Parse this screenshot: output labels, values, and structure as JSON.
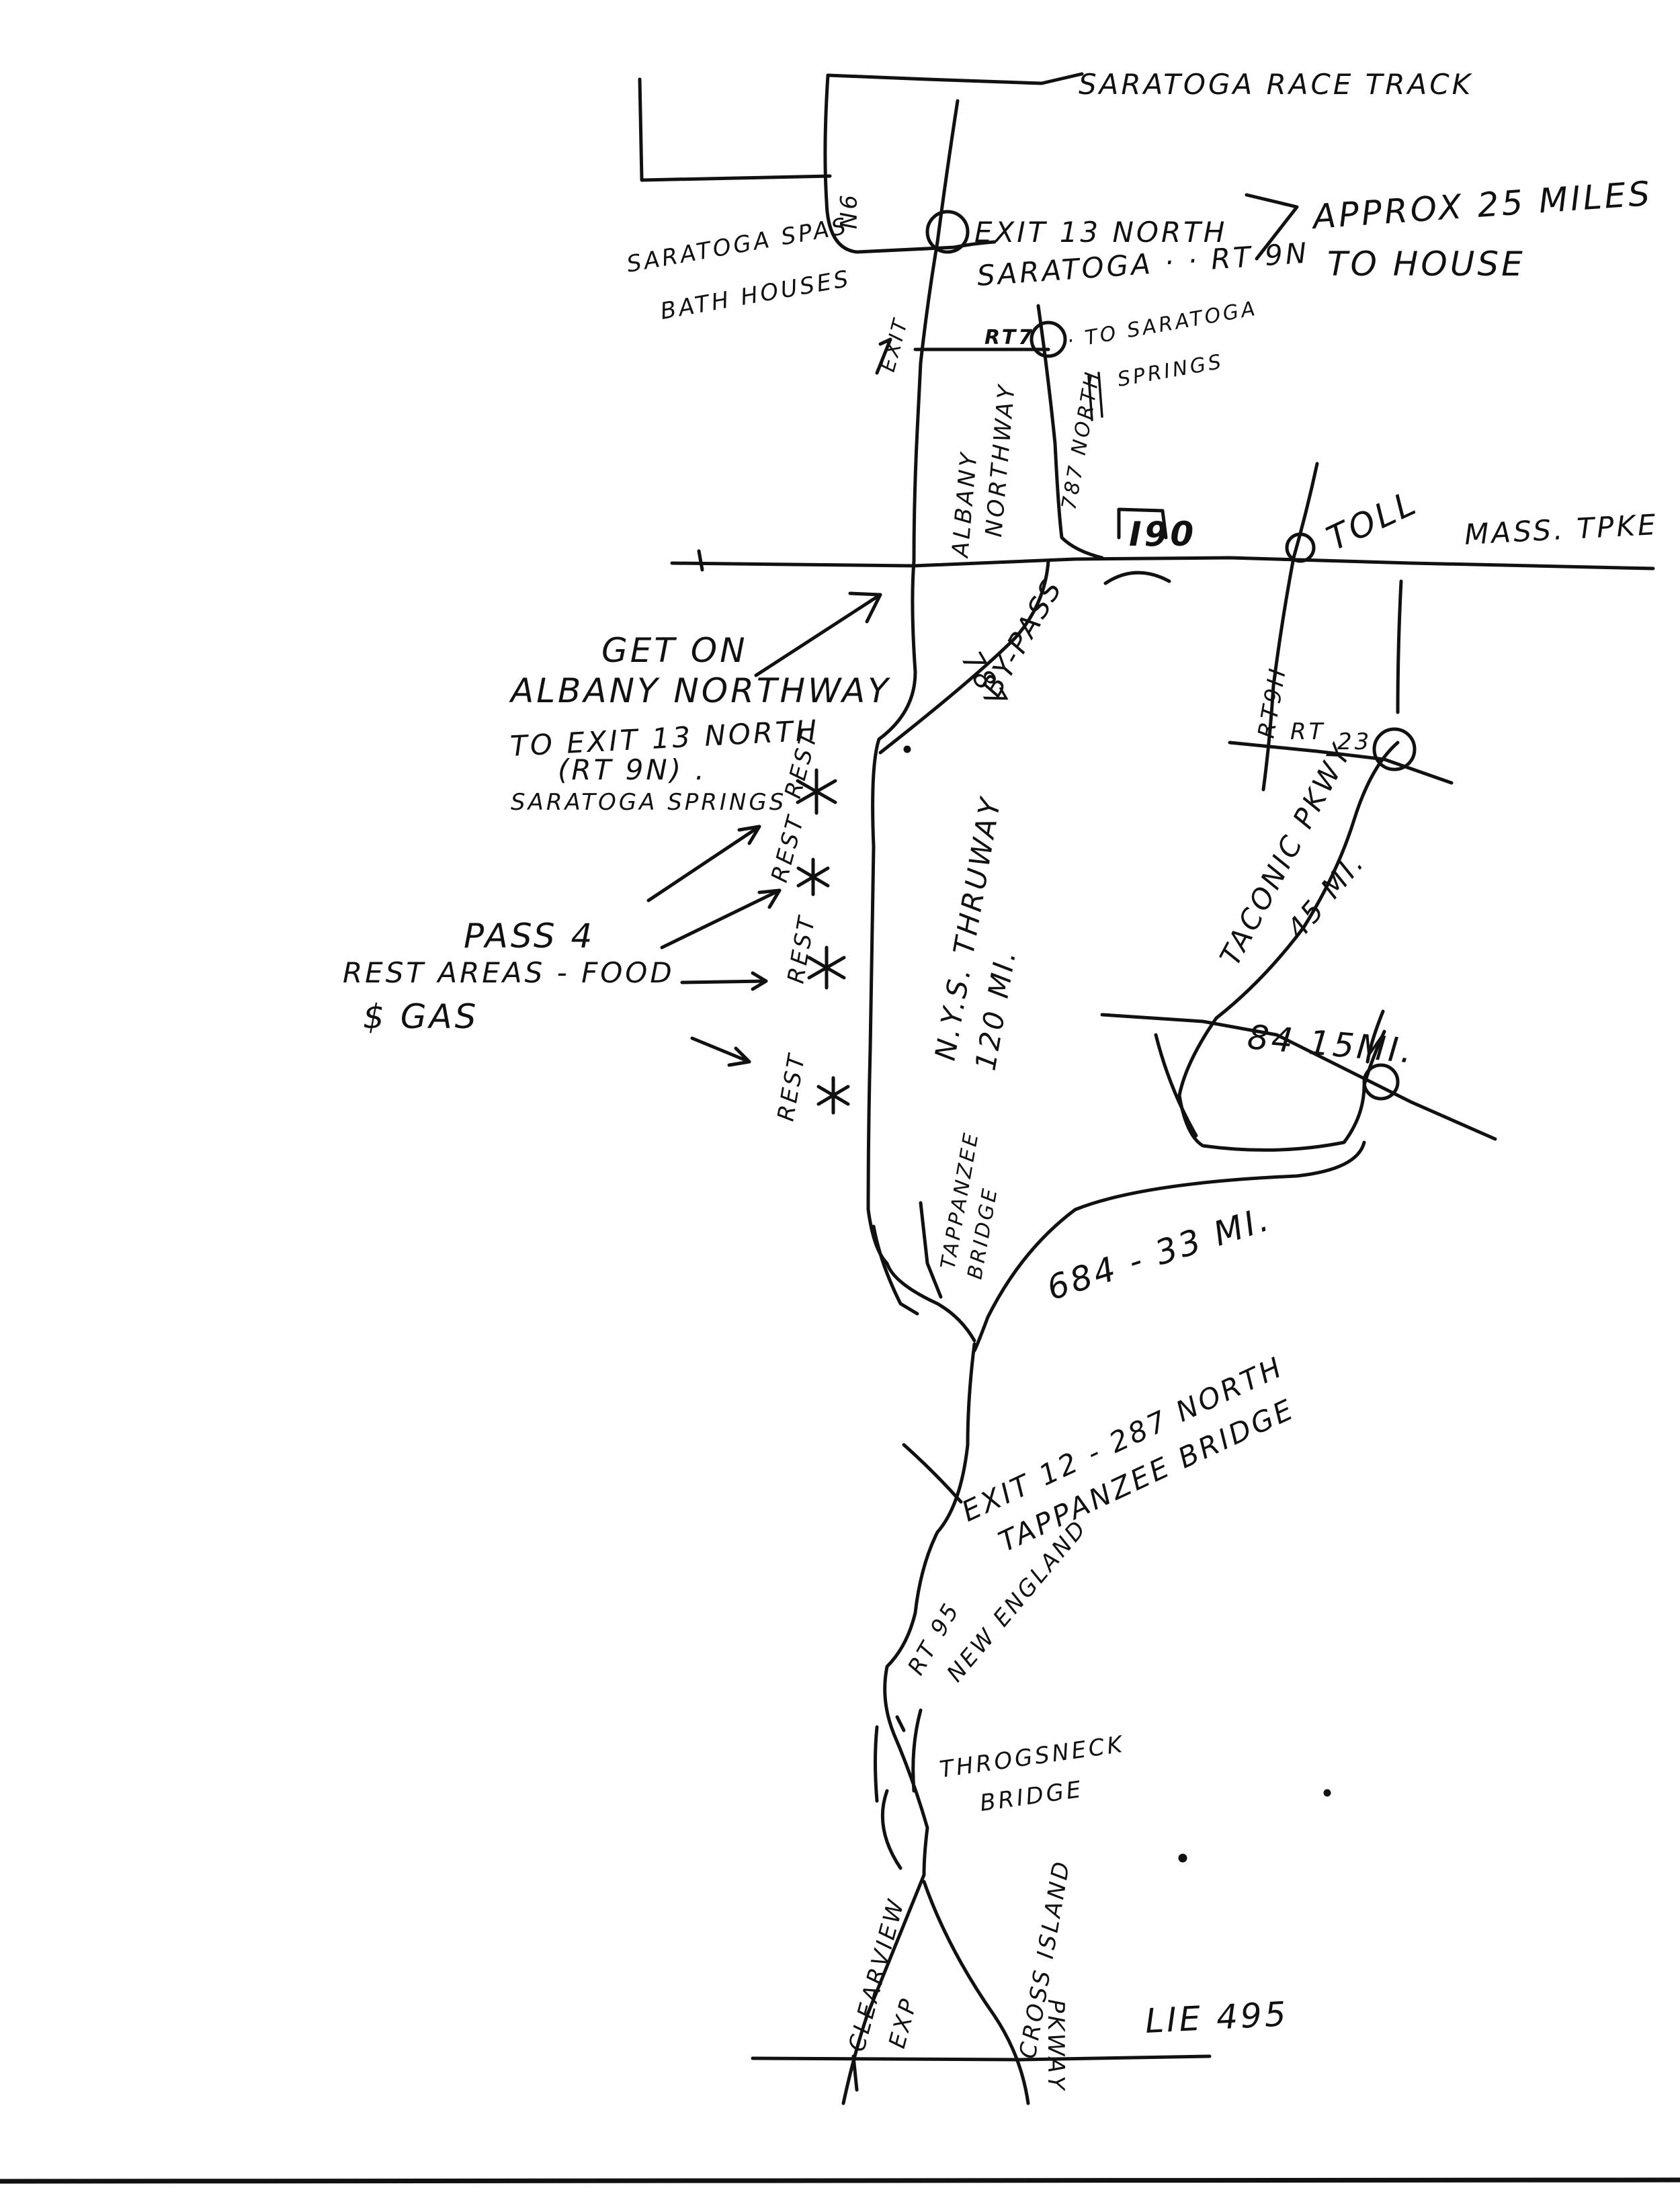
{
  "labels": {
    "saratoga_race_track": "SARATOGA RACE TRACK",
    "route_9n": "9N",
    "saratoga_spas_line1": "SARATOGA SPAS",
    "saratoga_spas_line2": "BATH HOUSES",
    "exit13_line1": "EXIT 13 NORTH",
    "exit13_line2": "SARATOGA · · RT 9N",
    "approx_line1": "APPROX 25 MILES",
    "approx_line2": "TO HOUSE",
    "exit_small": "EXIT",
    "rt7": "RT7",
    "to_saratoga_line1": "· TO SARATOGA",
    "to_saratoga_line2": "SPRINGS",
    "r787_north": "787 NORTH",
    "albany_line1": "ALBANY",
    "albany_line2": "NORTHWAY",
    "i90": "I90",
    "toll": "TOLL",
    "mass_tpke": "MASS. TPKE",
    "get_on_line1": "GET ON",
    "get_on_line2": "ALBANY NORTHWAY",
    "get_on_line3": "TO EXIT 13 NORTH",
    "get_on_line4": "(RT 9N) .",
    "get_on_line5": "SARATOGA SPRINGS",
    "r787_bypass_num": "787",
    "r787_bypass_word": "BY-PASS",
    "rt9h": "RT9H",
    "rt23_rt": "RT",
    "rt23_num": "23",
    "taconic": "TACONIC PKWY",
    "taconic_miles": "45 MI.",
    "rest1": "REST",
    "rest2": "REST",
    "rest3": "REST",
    "rest4": "REST",
    "pass_line1": "PASS 4",
    "pass_line2": "REST AREAS - FOOD",
    "pass_line3": "$ GAS",
    "nys_thruway": "N.Y.S. THRUWAY",
    "thruway_miles": "120 MI.",
    "r84": "84 15MI.",
    "tappanzee_line1": "TAPPANZEE",
    "tappanzee_line2": "BRIDGE",
    "r684": "684 - 33 MI.",
    "exit12_line1": "EXIT 12 - 287 NORTH",
    "exit12_line2": "TAPPANZEE BRIDGE",
    "rt95_line1": "RT 95",
    "rt95_line2": "NEW ENGLAND",
    "throgsneck_line1": "THROGSNECK",
    "throgsneck_line2": "BRIDGE",
    "clearview_line1": "CLEARVIEW",
    "clearview_line2": "EXP",
    "cross_island_line1": "CROSS ISLAND",
    "cross_island_line2": "PKWAY",
    "lie": "LIE 495"
  }
}
